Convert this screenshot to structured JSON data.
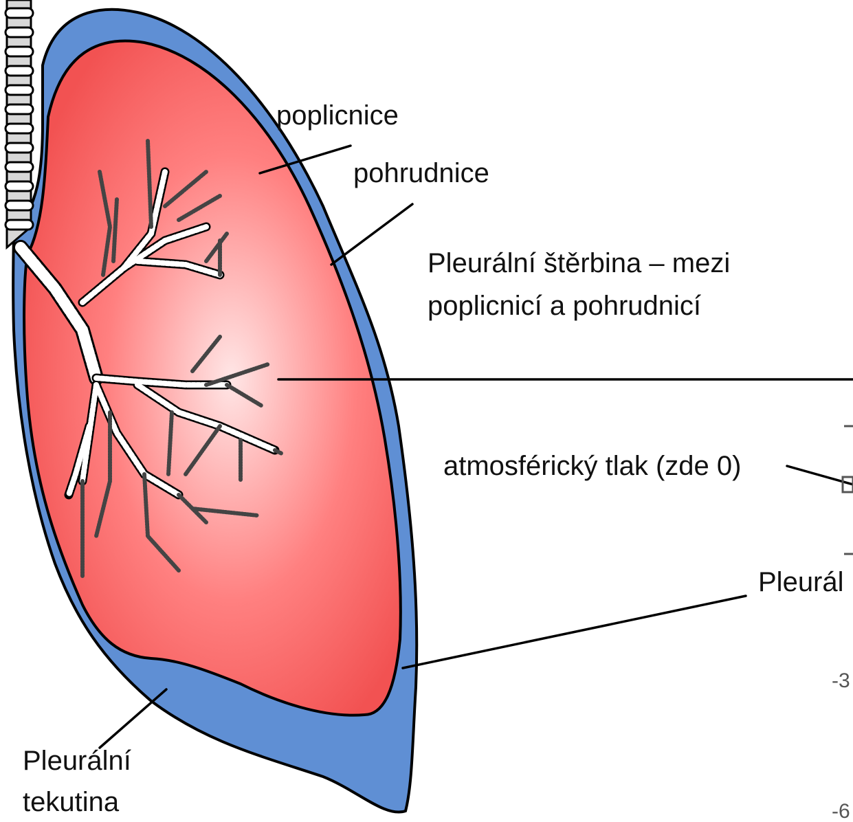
{
  "labels": {
    "poplicnice": "poplicnice",
    "pohrudnice": "pohrudnice",
    "sterbina_line1": "Pleurální štěrbina – mezi",
    "sterbina_line2": "poplicnicí a pohrudnicí",
    "atmospheric": "atmosférický tlak (zde 0)",
    "pleural_cut": "Pleurál",
    "fluid_line1": "Pleurální",
    "fluid_line2": "tekutina"
  },
  "axis_fragments": {
    "tick_a": "-3",
    "tick_b": "-6"
  },
  "colors": {
    "lung_fill": "#f25a5a",
    "lung_highlight": "#ffe6e6",
    "pleura_blue": "#5f8fd4",
    "outline": "#000000"
  }
}
